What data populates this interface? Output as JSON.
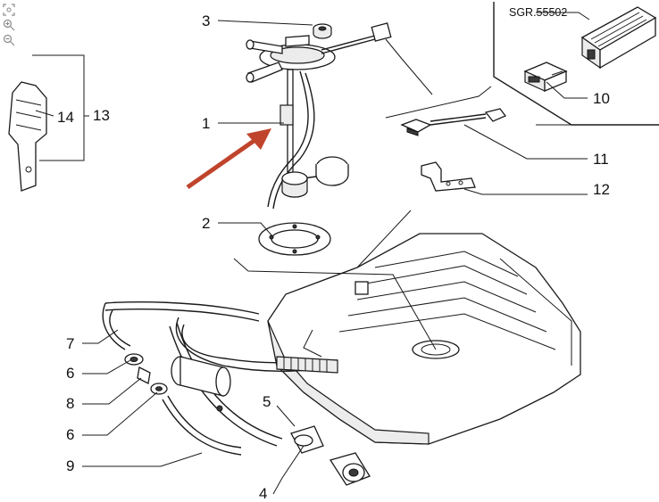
{
  "toolbar": {
    "tools": [
      {
        "name": "fit-view-icon"
      },
      {
        "name": "zoom-in-icon"
      },
      {
        "name": "zoom-out-icon"
      }
    ]
  },
  "diagram": {
    "reference_code": "SGR.55502",
    "callouts": [
      "1",
      "2",
      "3",
      "4",
      "5",
      "6",
      "6",
      "7",
      "8",
      "9",
      "10",
      "11",
      "12",
      "13",
      "14"
    ],
    "arrow_color": "#c0442c"
  }
}
